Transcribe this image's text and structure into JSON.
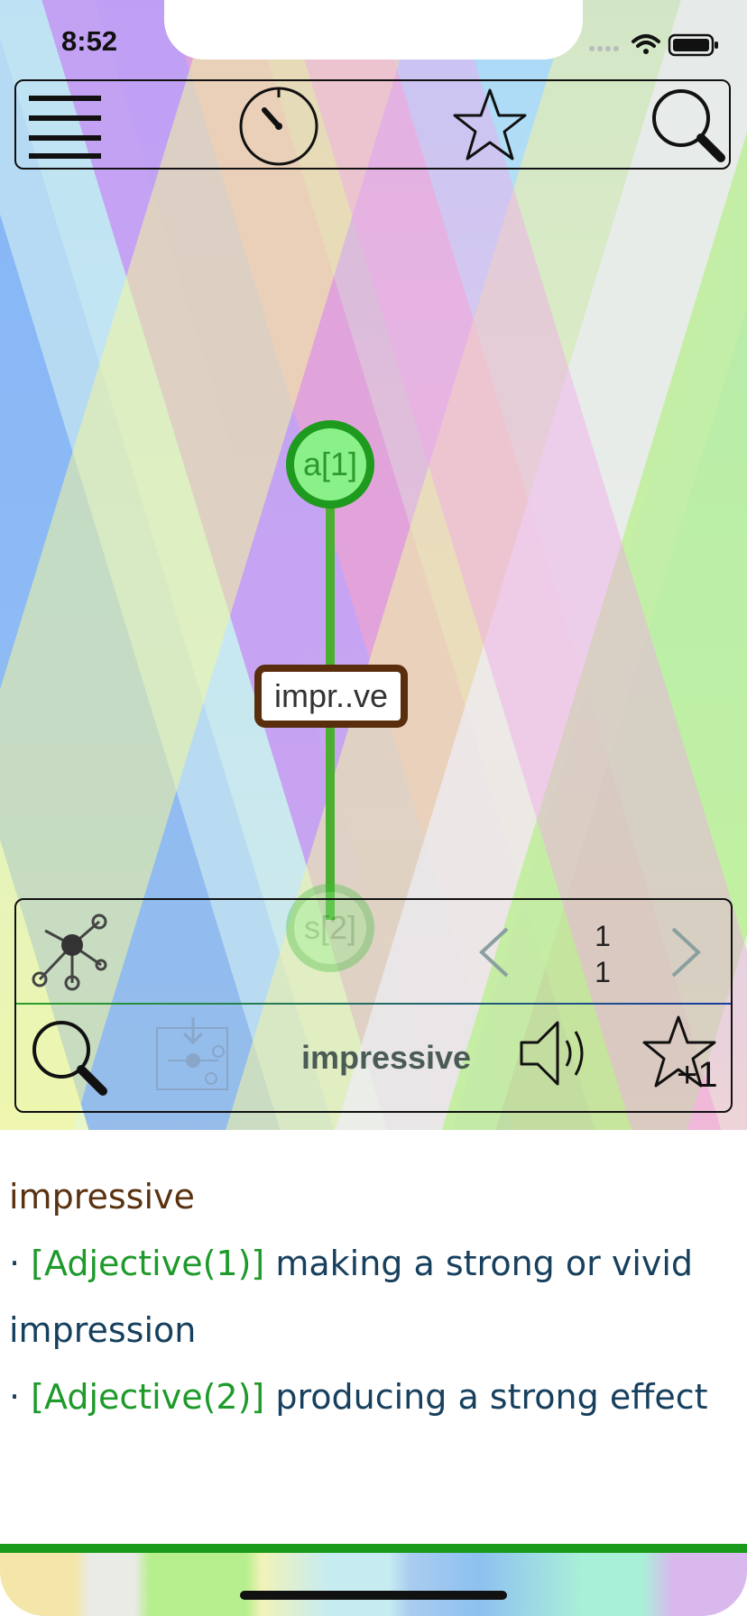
{
  "status_bar": {
    "time": "8:52"
  },
  "toolbar": {
    "menu_icon": "hamburger-menu-icon",
    "history_icon": "timer-icon",
    "favorites_icon": "star-icon",
    "search_icon": "search-icon"
  },
  "graph": {
    "top_node": "a[1]",
    "bottom_node": "s[2]",
    "edge_label": "impr..ve"
  },
  "panel": {
    "network_icon": "network-graph-icon",
    "prev_icon": "chevron-left-icon",
    "next_icon": "chevron-right-icon",
    "page_current": "1",
    "page_total": "1",
    "search_icon": "search-icon",
    "import_icon": "graph-import-icon",
    "word": "impressive",
    "speaker_icon": "speaker-icon",
    "star_plus_icon": "star-plus-one-icon",
    "star_plus_text": "+1"
  },
  "definition": {
    "title": "impressive",
    "entries": [
      {
        "bullet": "· ",
        "pos": "[Adjective(1)]",
        "text": " making a strong or vivid impression"
      },
      {
        "bullet": "· ",
        "pos": "[Adjective(2)]",
        "text": " producing a strong effect"
      }
    ]
  },
  "colors": {
    "node_green": "#2d9a2d",
    "node_fill": "#8af08a",
    "edge_label_border": "#5a2e0c",
    "definition_title": "#5a3210",
    "definition_text": "#17405e",
    "pos_tag": "#1e9a2a",
    "bottom_rule": "#1a9a1a"
  }
}
